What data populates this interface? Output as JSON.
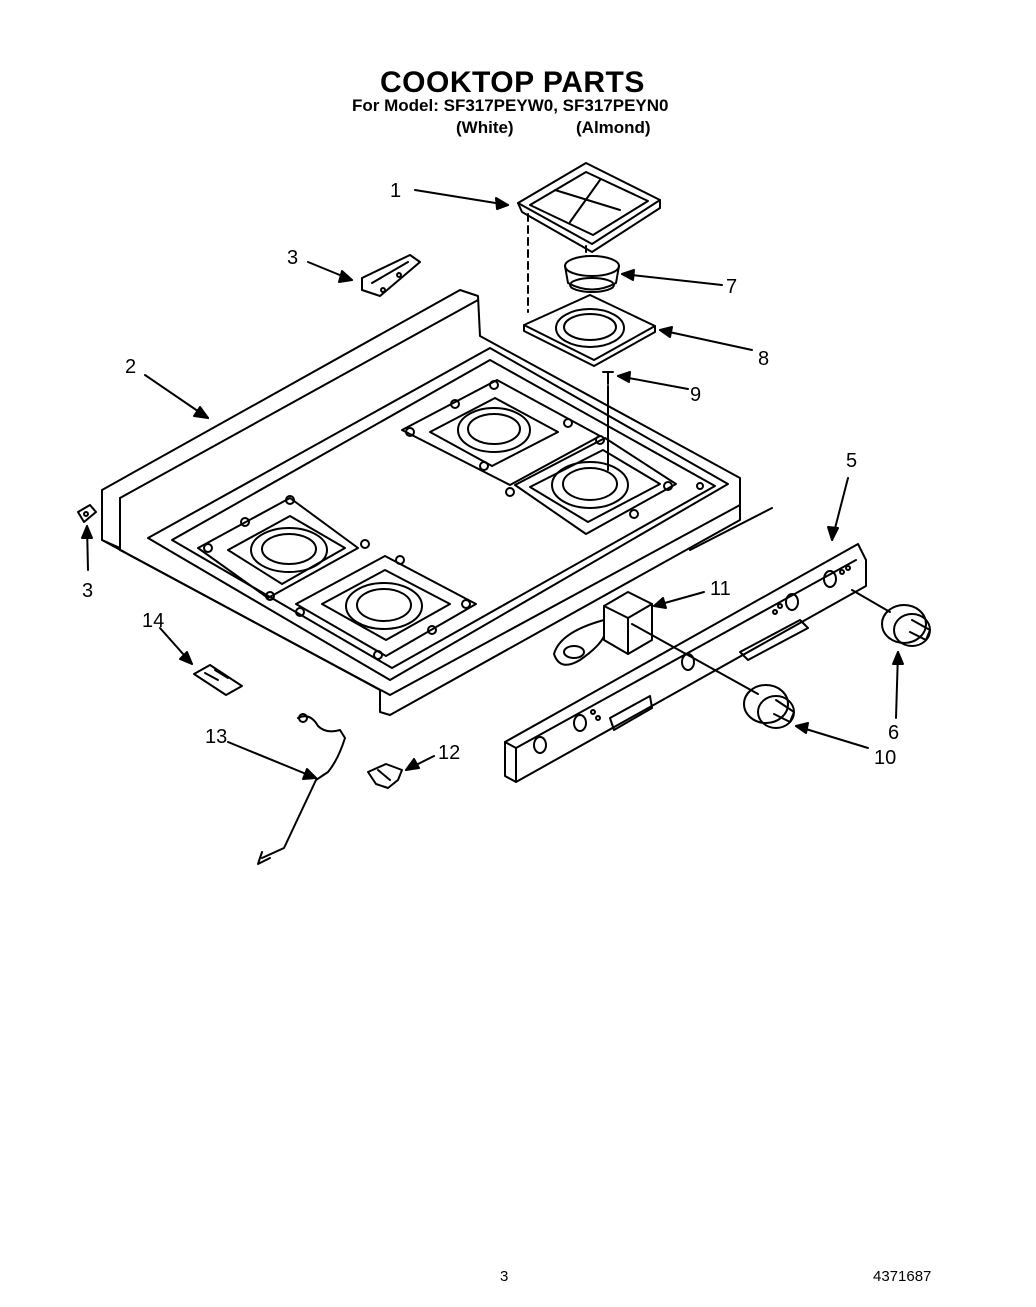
{
  "header": {
    "title": "COOKTOP PARTS",
    "model_line": "For Model: SF317PEYW0, SF317PEYN0",
    "variant_white": "(White)",
    "variant_almond": "(Almond)"
  },
  "callouts": [
    "1",
    "2",
    "3",
    "3",
    "5",
    "6",
    "7",
    "8",
    "9",
    "10",
    "11",
    "12",
    "13",
    "14"
  ],
  "footer": {
    "page_number": "3",
    "document_number": "4371687"
  }
}
